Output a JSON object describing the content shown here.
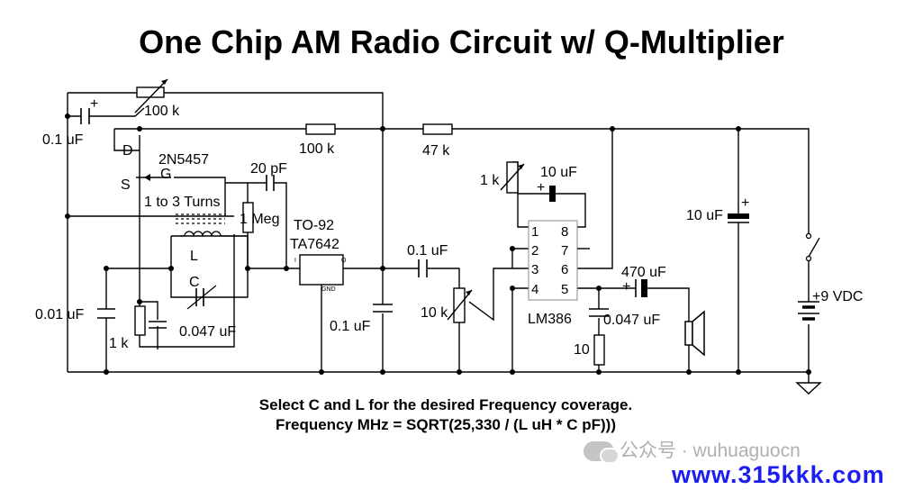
{
  "title": "One Chip AM Radio Circuit w/ Q-Multiplier",
  "labels": {
    "c_input": "0.1 uF",
    "pot_q": "100 k",
    "jfet_d": "D",
    "jfet_s": "S",
    "jfet_g": "G",
    "jfet_part": "2N5457",
    "r_100k": "100 k",
    "r_47k": "47 k",
    "c_20pf": "20 pF",
    "r_1meg": "1 Meg",
    "turns": "1 to 3 Turns",
    "coil_l": "L",
    "cap_c": "C",
    "pkg": "TO-92",
    "ic1": "TA7642",
    "ic1_in": "I",
    "ic1_out": "O",
    "ic1_gnd": "GND",
    "c_001": "0.01 uF",
    "r_1k": "1 k",
    "c_0047a": "0.047 uF",
    "c_01b": "0.1 uF",
    "c_01c": "0.1 uF",
    "pot_vol": "10 k",
    "pot_1k": "1 k",
    "c_10uf_a": "10 uF",
    "ic2": "LM386",
    "pin1": "1",
    "pin2": "2",
    "pin3": "3",
    "pin4": "4",
    "pin5": "5",
    "pin6": "6",
    "pin7": "7",
    "pin8": "8",
    "c_470": "470 uF",
    "c_0047b": "0.047 uF",
    "r_10": "10",
    "c_10uf_b": "10 uF",
    "supply": "+9 VDC",
    "plus": "+"
  },
  "notes": {
    "line1": "Select C and L for the desired Frequency coverage.",
    "line2": "Frequency MHz = SQRT(25,330 / (L uH * C pF)))"
  },
  "watermark": {
    "text": "公众号 · wuhuaguocn",
    "url": "www.315kkk.com"
  }
}
